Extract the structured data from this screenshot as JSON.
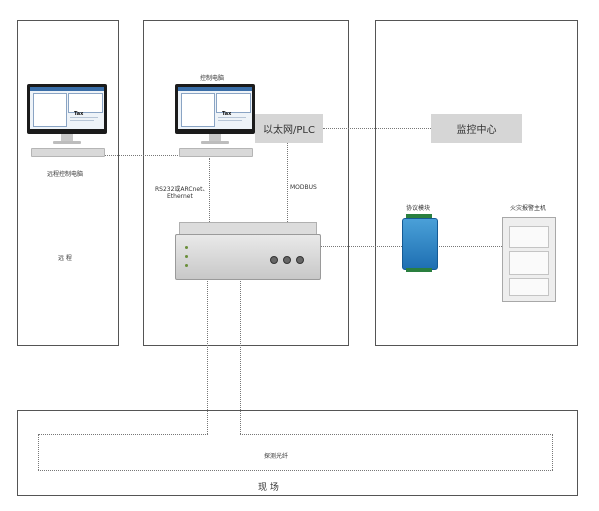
{
  "labels": {
    "control_pc": "控制电脑",
    "remote_pc": "远程控制电脑",
    "remote_zone": "远  程",
    "ethernet_plc": "以太网/PLC",
    "monitor_center": "监控中心",
    "rs232": "RS232或ARCnet、",
    "ethernet": "Ethernet",
    "modbus": "MODBUS",
    "protocol_module": "协议模块",
    "fire_panel": "火灾报警主机",
    "detect_fiber": "探测光纤",
    "site_zone": "现    场",
    "screen_tax": "Tax"
  }
}
